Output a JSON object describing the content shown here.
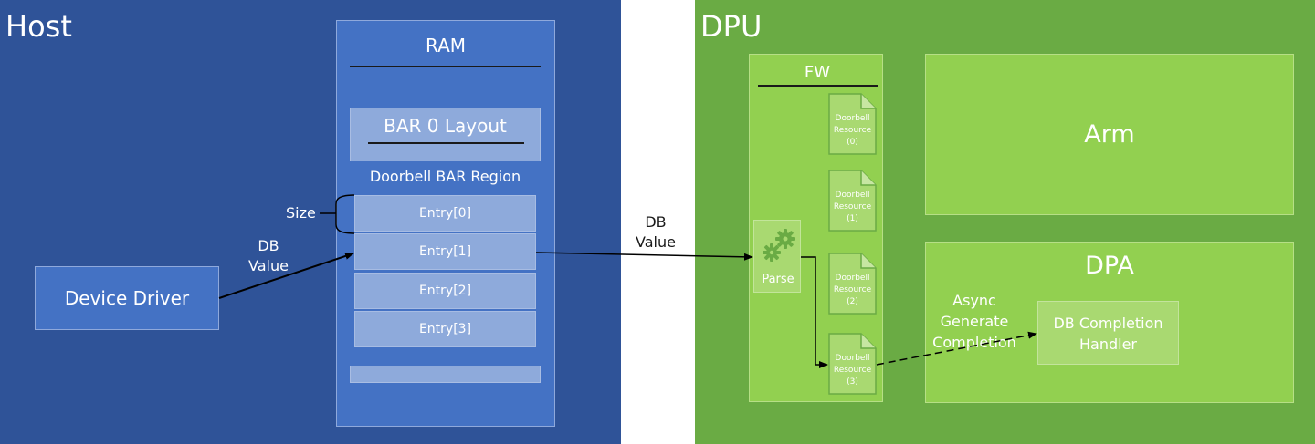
{
  "host": {
    "title": "Host"
  },
  "dpu": {
    "title": "DPU"
  },
  "ram": {
    "title": "RAM"
  },
  "bar_layout": {
    "title": "BAR 0 Layout",
    "region_label": "Doorbell BAR Region",
    "entries": [
      "Entry[0]",
      "Entry[1]",
      "Entry[2]",
      "Entry[3]"
    ],
    "size_label": "Size"
  },
  "device_driver": {
    "label": "Device Driver"
  },
  "host_arrow_label": {
    "line1": "DB",
    "line2": "Value"
  },
  "cross_arrow_label": {
    "line1": "DB",
    "line2": "Value"
  },
  "fw": {
    "title": "FW",
    "parse_label": "Parse",
    "doorbell_resources": [
      {
        "line1": "Doorbell",
        "line2": "Resource",
        "line3": "(0)"
      },
      {
        "line1": "Doorbell",
        "line2": "Resource",
        "line3": "(1)"
      },
      {
        "line1": "Doorbell",
        "line2": "Resource",
        "line3": "(2)"
      },
      {
        "line1": "Doorbell",
        "line2": "Resource",
        "line3": "(3)"
      }
    ]
  },
  "arm": {
    "label": "Arm"
  },
  "dpa": {
    "title": "DPA",
    "async_label": {
      "line1": "Async",
      "line2": "Generate",
      "line3": "Completion"
    },
    "handler": {
      "line1": "DB Completion",
      "line2": "Handler"
    }
  },
  "icons": {
    "parse": "gears-icon",
    "doorbell_resource": "document-icon"
  },
  "colors": {
    "host_bg": "#2f5398",
    "host_box": "#4472c4",
    "bar_entry": "#8eaadb",
    "dpu_bg": "#6aab44",
    "dpu_box": "#92d050",
    "dpu_light": "#a9d971"
  }
}
